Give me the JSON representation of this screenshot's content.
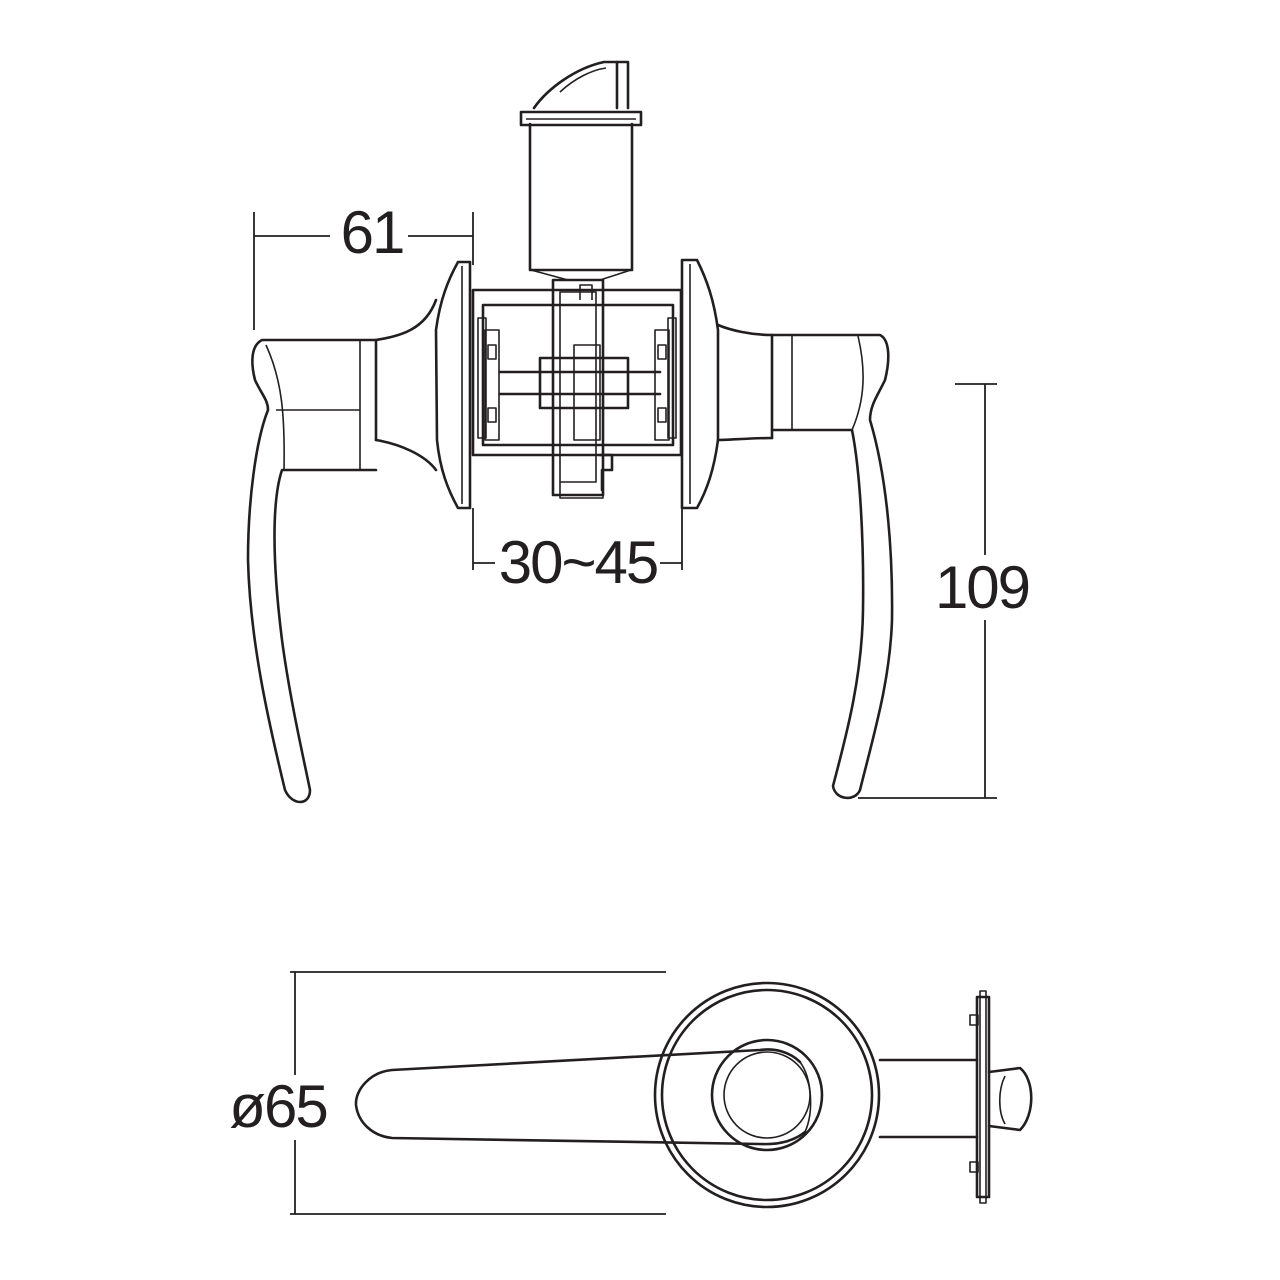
{
  "dimensions": {
    "handle_width": "61",
    "door_thickness": "30~45",
    "lever_height": "109",
    "rose_diameter": "ø65"
  }
}
